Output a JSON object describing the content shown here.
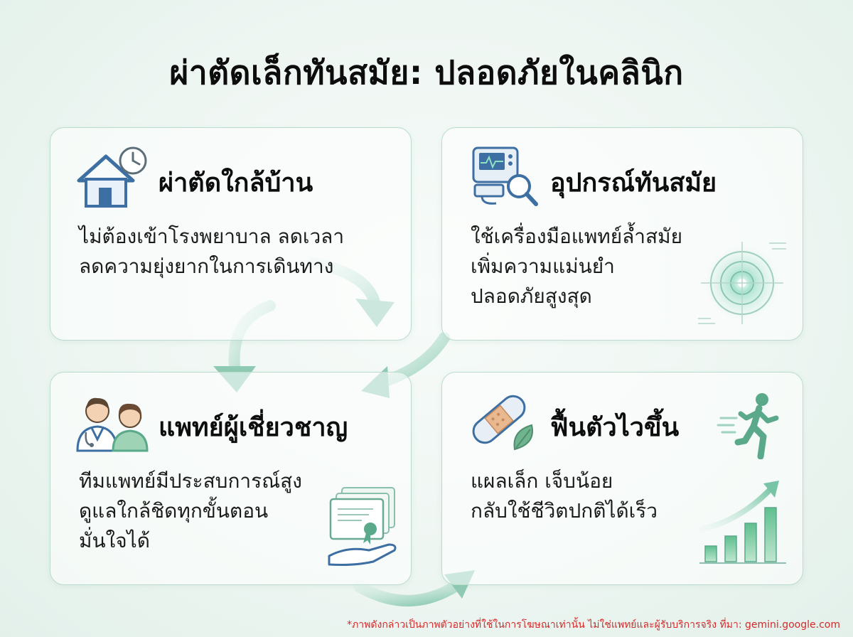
{
  "title": "ผ่าตัดเล็กทันสมัย: ปลอดภัยในคลินิก",
  "cards": [
    {
      "icon": "house-clock-icon",
      "title": "ผ่าตัดใกล้บ้าน",
      "lines": [
        "ไม่ต้องเข้าโรงพยาบาล ลดเวลา",
        "ลดความยุ่งยากในการเดินทาง"
      ]
    },
    {
      "icon": "medical-device-magnifier-icon",
      "title": "อุปกรณ์ทันสมัย",
      "lines": [
        "ใช้เครื่องมือแพทย์ล้ำสมัย",
        "เพิ่มความแม่นยำ",
        "ปลอดภัยสูงสุด"
      ]
    },
    {
      "icon": "doctor-patient-icon",
      "title": "แพทย์ผู้เชี่ยวชาญ",
      "lines": [
        "ทีมแพทย์มีประสบการณ์สูง",
        "ดูแลใกล้ชิดทุกขั้นตอน",
        "มั่นใจได้"
      ]
    },
    {
      "icon": "bandage-leaf-icon",
      "title": "ฟื้นตัวไวขึ้น",
      "lines": [
        "แผลเล็ก เจ็บน้อย",
        "กลับใช้ชีวิตปกติได้เร็ว"
      ]
    }
  ],
  "disclaimer": "*ภาพดังกล่าวเป็นภาพตัวอย่างที่ใช้ในการโฆษณาเท่านั้น ไม่ใช่แพทย์และผู้รับบริการจริง ที่มา: gemini.google.com",
  "colors": {
    "accent": "#5aa98a",
    "arrow": "#9fd3c0",
    "icon_blue": "#3d6fa3",
    "border": "#b9dccc",
    "disclaimer": "#d42a2a"
  }
}
